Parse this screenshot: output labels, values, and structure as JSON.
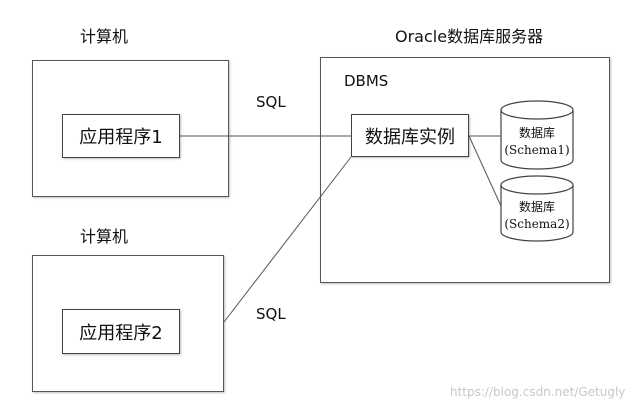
{
  "computer1": {
    "title": "计算机",
    "app_label": "应用程序1"
  },
  "computer2": {
    "title": "计算机",
    "app_label": "应用程序2"
  },
  "oracle_server": {
    "title": "Oracle数据库服务器",
    "dbms_label": "DBMS",
    "instance_label": "数据库实例",
    "databases": [
      {
        "line1": "数据库",
        "line2": "(Schema1)"
      },
      {
        "line1": "数据库",
        "line2": "(Schema2)"
      }
    ]
  },
  "connections": {
    "sql_top": "SQL",
    "sql_bottom": "SQL"
  },
  "watermark": "https://blog.csdn.net/Getugly"
}
